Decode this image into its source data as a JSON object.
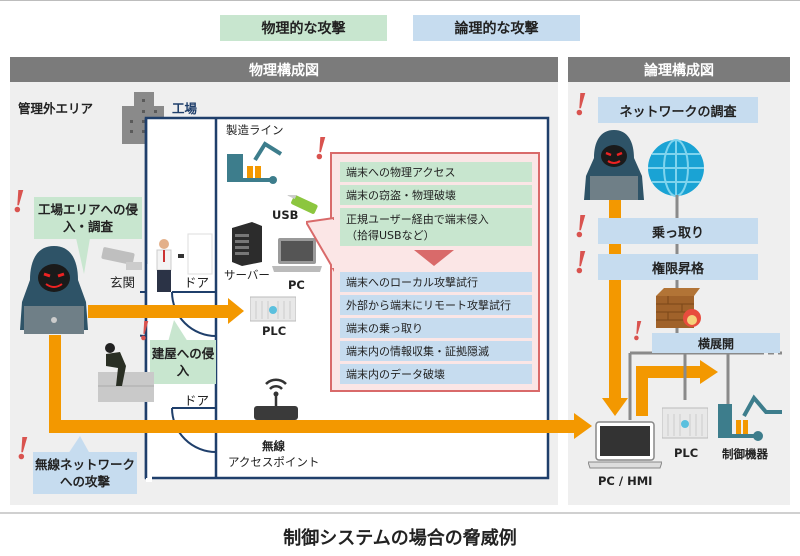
{
  "legend": {
    "physical": "物理的な攻撃",
    "logical": "論理的な攻撃",
    "physical_color": "#c8e6cf",
    "logical_color": "#c6dcef"
  },
  "physical_panel": {
    "title": "物理構成図",
    "outside_area": "管理外エリア",
    "factory_label": "工場",
    "production_line": "製造ライン",
    "entrance": "玄関",
    "door1": "ドア",
    "door2": "ドア",
    "bubbles": {
      "intrusion": "工場エリアへの侵入・調査",
      "building": "建屋への侵入",
      "wireless": "無線ネットワークへの攻撃"
    },
    "devices": {
      "usb": "USB",
      "server": "サーバー",
      "pc": "PC",
      "plc": "PLC",
      "ap_line1": "無線",
      "ap_line2": "アクセスポイント"
    },
    "callout": {
      "physical_items": [
        "端末への物理アクセス",
        "端末の窃盗・物理破壊",
        "正規ユーザー経由で端末侵入",
        "（拾得USBなど）"
      ],
      "logical_items": [
        "端末へのローカル攻撃試行",
        "外部から端末にリモート攻撃試行",
        "端末の乗っ取り",
        "端末内の情報収集・証拠隠滅",
        "端末内のデータ破壊"
      ]
    }
  },
  "logical_panel": {
    "title": "論理構成図",
    "steps": [
      "ネットワークの調査",
      "乗っ取り",
      "権限昇格"
    ],
    "lateral": "横展開",
    "devices": {
      "pc_hmi": "PC / HMI",
      "plc": "PLC",
      "control": "制御機器"
    }
  },
  "colors": {
    "arrow": "#f39800",
    "alert": "#d9534f",
    "factory_border": "#1f3f6b",
    "panel_header": "#7b7b7b"
  },
  "caption": "制御システムの場合の脅威例"
}
